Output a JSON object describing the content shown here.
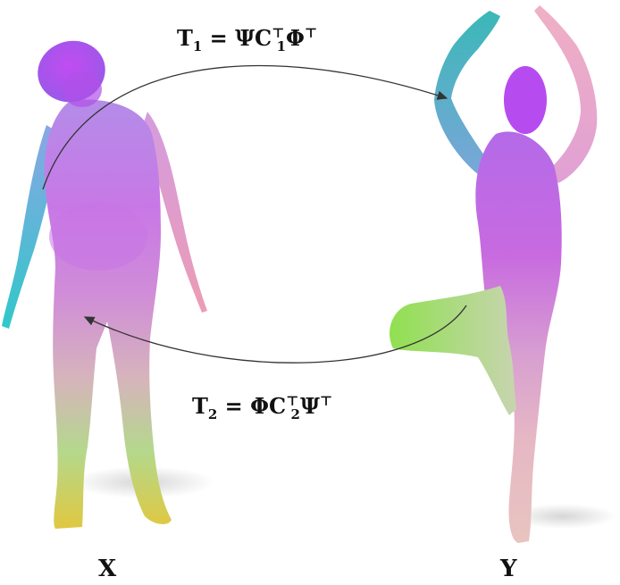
{
  "equations": {
    "t1": {
      "base": "T",
      "sub": "1",
      "eq": " = ",
      "psi": "Ψ",
      "c": "C",
      "c_sub": "1",
      "c_sup": "⊤",
      "phi": "Φ",
      "phi_sup": "⊤"
    },
    "t2": {
      "base": "T",
      "sub": "2",
      "eq": " = ",
      "phi": "Φ",
      "c": "C",
      "c_sub": "2",
      "c_sup": "⊤",
      "psi": "Ψ",
      "psi_sup": "⊤"
    }
  },
  "labels": {
    "left": "X",
    "right": "Y"
  },
  "colors": {
    "magenta": "#c04df0",
    "teal": "#3cc8c8",
    "pink": "#e8a0b8",
    "green": "#8ce040",
    "yellow": "#f0c020",
    "arrow": "#333333"
  }
}
